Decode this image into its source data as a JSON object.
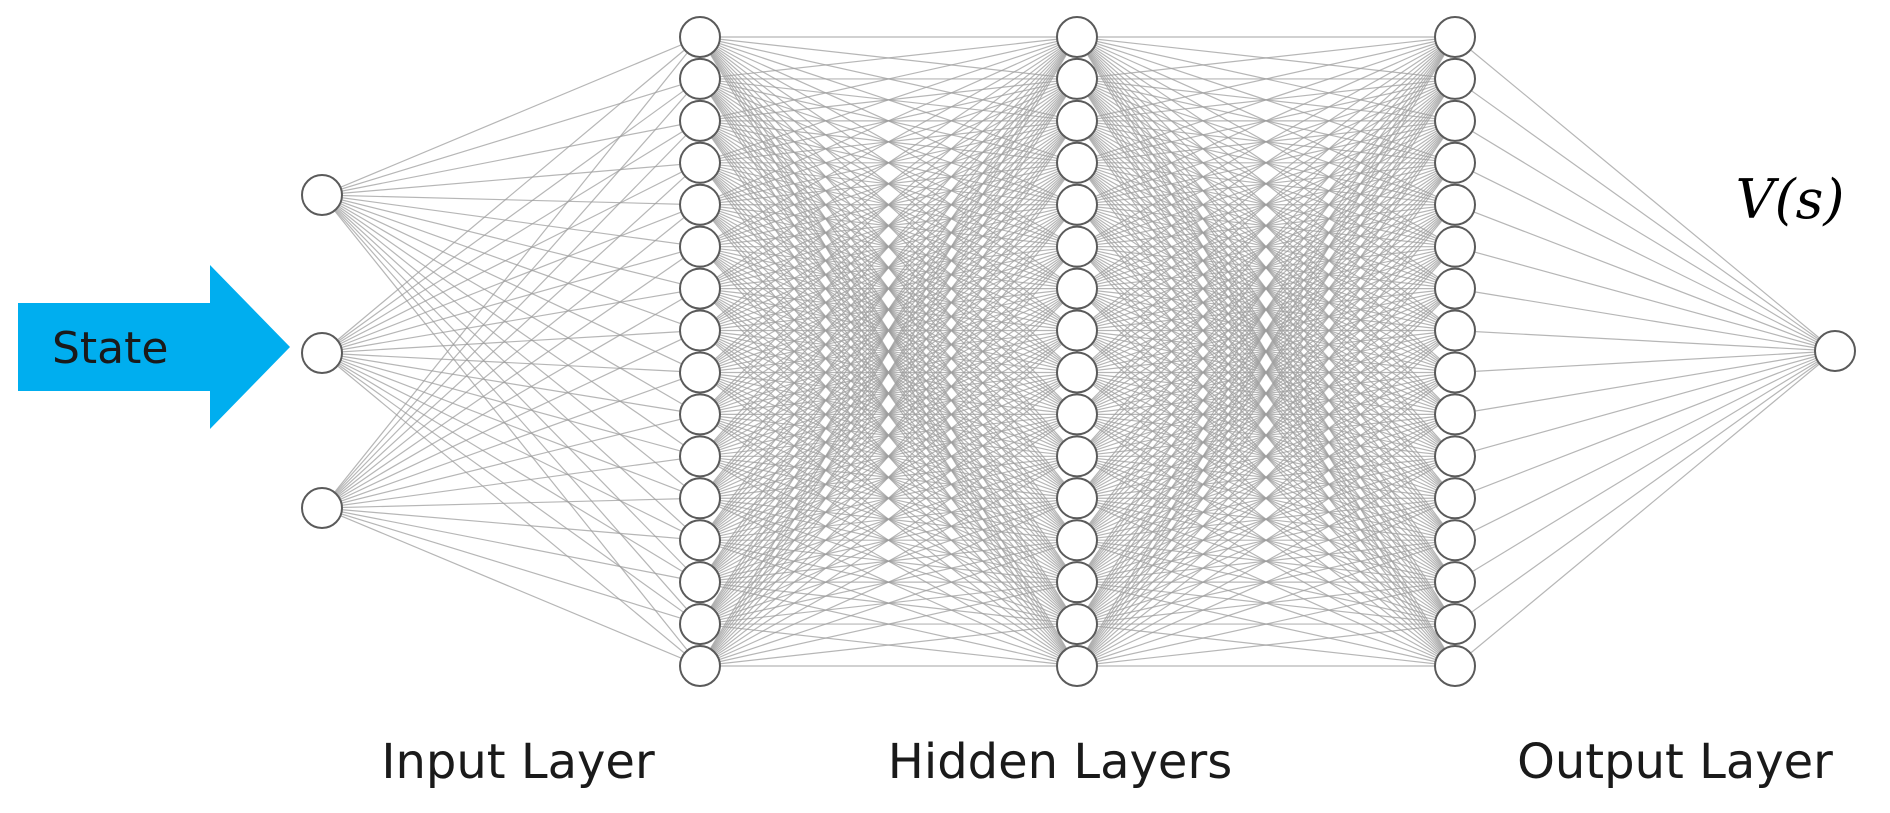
{
  "diagram": {
    "input_arrow": {
      "label": "State",
      "color": "#00AEEF"
    },
    "output_label": "V(s)",
    "layer_labels": [
      "Input Layer",
      "Hidden Layers",
      "Output Layer"
    ],
    "network": {
      "layer_sizes": [
        3,
        16,
        16,
        16,
        1
      ],
      "connectivity": "fully-connected"
    },
    "colors": {
      "edge": "#9e9e9e",
      "node_stroke": "#5a5a5a",
      "node_fill": "#ffffff"
    }
  }
}
